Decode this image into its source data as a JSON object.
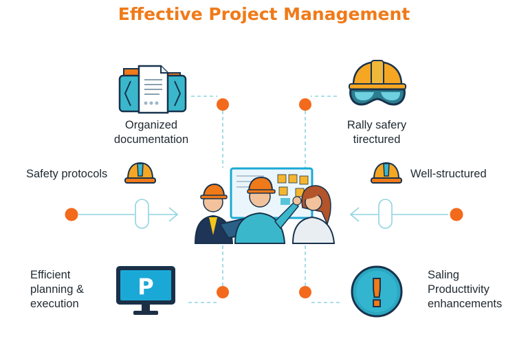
{
  "title": "Effective Project Management",
  "nodes": {
    "top_left": {
      "lines": [
        "Organized",
        "documentation"
      ],
      "icon": "folder-document-icon"
    },
    "top_right": {
      "lines": [
        "Rally safery",
        "tirectured"
      ],
      "icon": "safety-goggles-helmet-icon"
    },
    "mid_left": {
      "lines": [
        "Safety protocols"
      ],
      "icon": "hard-hat-icon"
    },
    "mid_right": {
      "lines": [
        "Well-structured"
      ],
      "icon": "hard-hat-icon"
    },
    "bottom_left": {
      "lines": [
        "Efficient",
        "planning &",
        "execution"
      ],
      "icon": "monitor-p-icon",
      "monitor_letter": "P"
    },
    "bottom_right": {
      "lines": [
        "Saling",
        "Producttivity",
        "enhancements"
      ],
      "icon": "alert-icon",
      "alert_mark": "!"
    }
  },
  "center": {
    "icon": "team-meeting-illustration"
  },
  "colors": {
    "title": "#f07a19",
    "accent": "#f36a1d",
    "line": "#8fd3e0",
    "teal": "#3bb7cc",
    "helmet": "#f5a623",
    "navy": "#17324d"
  }
}
